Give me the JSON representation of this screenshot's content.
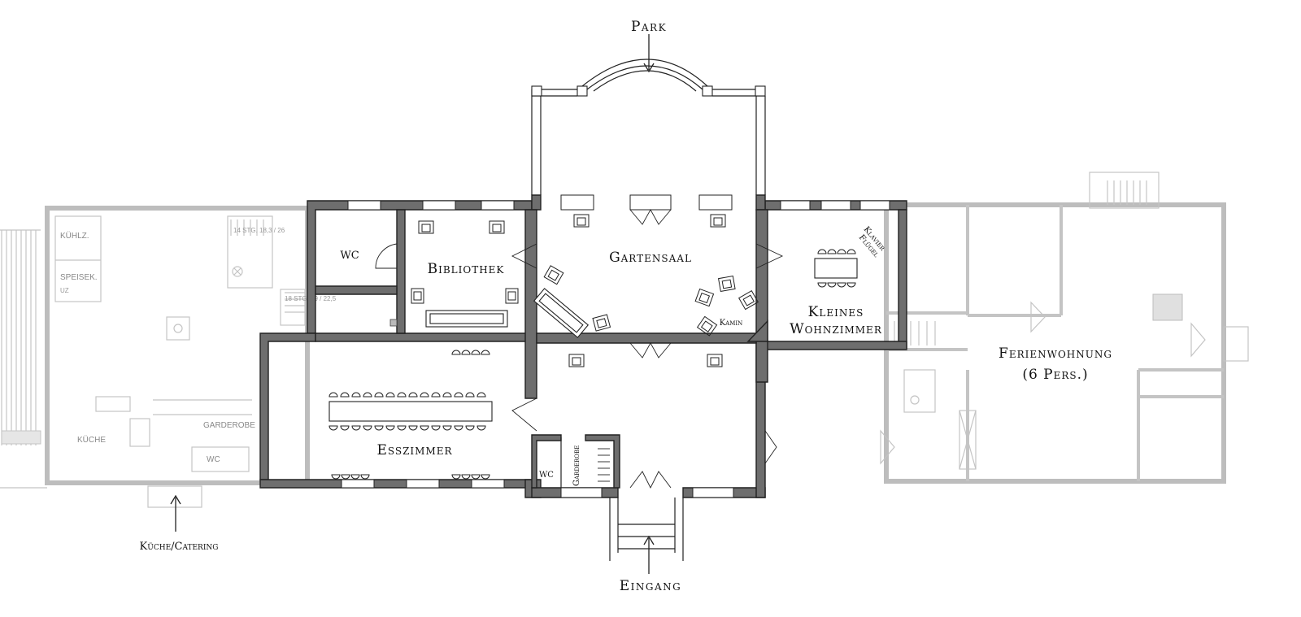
{
  "labels": {
    "park": "Park",
    "gartensaal": "Gartensaal",
    "bibliothek": "Bibliothek",
    "wc_top": "WC",
    "kleines_wohnzimmer_1": "Kleines",
    "kleines_wohnzimmer_2": "Wohnzimmer",
    "klavier": "Klavier",
    "fluegel": "Flügel",
    "kamin": "Kamin",
    "esszimmer": "Esszimmer",
    "wc_bottom": "WC",
    "garderobe_main": "Garderobe",
    "eingang": "Eingang",
    "kueche_catering": "Küche/Catering",
    "ferienwohnung_1": "Ferienwohnung",
    "ferienwohnung_2": "(6 Pers.)",
    "kuehlz": "KÜHLZ.",
    "speisek": "SPEISEK.",
    "uz": "UZ",
    "kueche": "KÜCHE",
    "garderobe_side": "GARDEROBE",
    "wc_side": "WC",
    "stairs_1": "14 STG. 18,3 / 26",
    "stairs_2": "18 STG. 19 / 22,5"
  },
  "colors": {
    "wall_fill": "#6e6e6e",
    "ghost_wall": "#bdbdbd",
    "line": "#222222",
    "background": "#ffffff"
  }
}
